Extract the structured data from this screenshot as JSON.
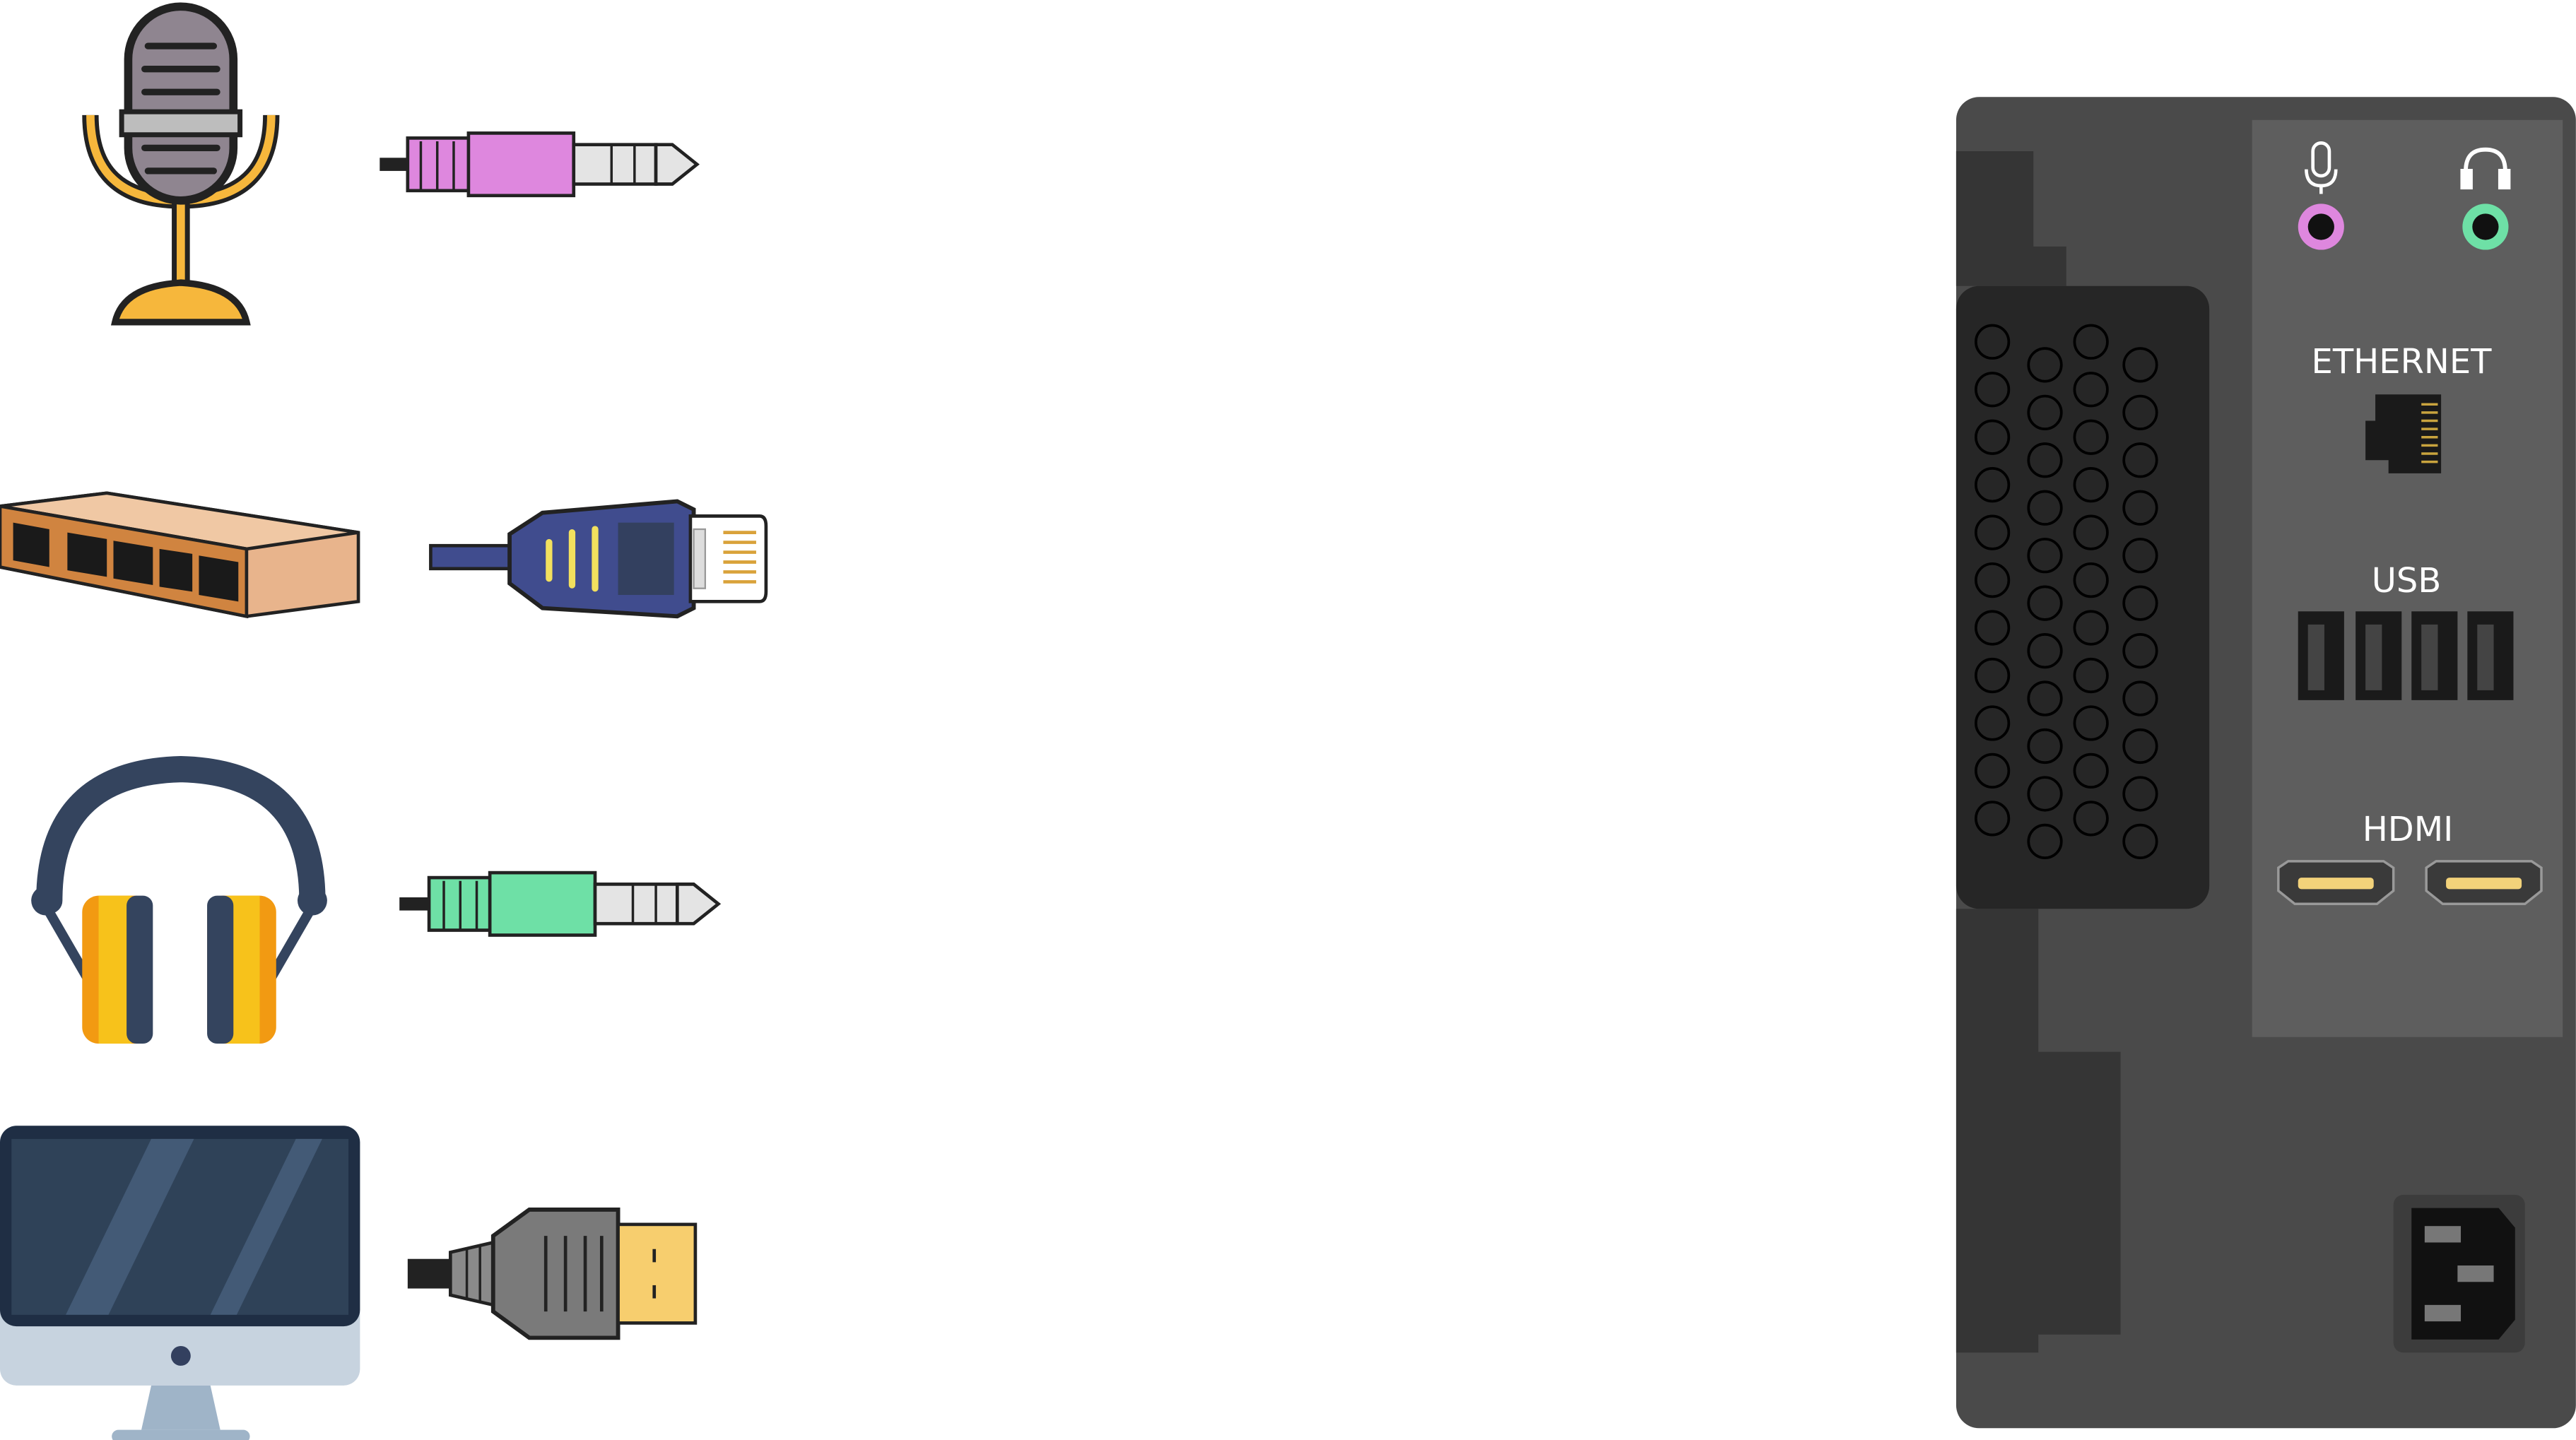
{
  "devices": [
    {
      "id": "microphone",
      "cable": "3.5mm audio plug",
      "cable_color": "#DE87DE"
    },
    {
      "id": "network-switch",
      "cable": "ethernet plug",
      "cable_color": "#404C8E"
    },
    {
      "id": "headphones",
      "cable": "3.5mm audio plug",
      "cable_color": "#6EE0A6"
    },
    {
      "id": "monitor",
      "cable": "hdmi plug",
      "cable_color": "#7A7A7A"
    }
  ],
  "pc_panel": {
    "audio": {
      "mic_jack_color": "#DE87DE",
      "headphone_jack_color": "#6EE0A6"
    },
    "ethernet_label": "ETHERNET",
    "usb_label": "USB",
    "hdmi_label": "HDMI",
    "usb_port_count": 4,
    "hdmi_port_count": 2
  },
  "colors": {
    "case_body": "#4A4A4A",
    "case_dark": "#2F2F2F",
    "io_panel": "#5E5E5E",
    "vent_panel": "#262626",
    "hdmi_gold": "#F2D27A",
    "ethernet_gold": "#C9A43E"
  }
}
